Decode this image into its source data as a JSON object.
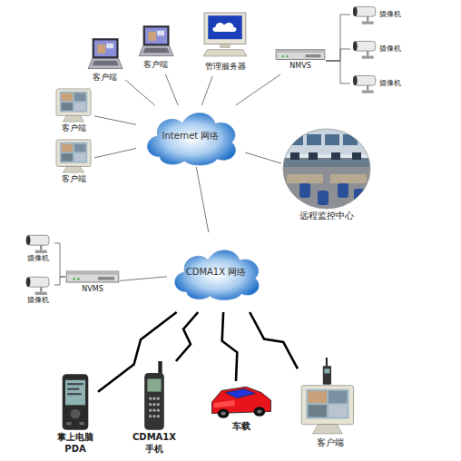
{
  "diagram": {
    "nodes": [
      {
        "text": [
          "客户端"
        ]
      },
      {
        "text": [
          "客户端"
        ]
      },
      {
        "text": [
          "管理服务器"
        ]
      },
      {
        "text": [
          "摄像机"
        ]
      },
      {
        "text": [
          "摄像机"
        ]
      },
      {
        "text": [
          "摄像机"
        ]
      },
      {
        "text": [
          "NMVS"
        ]
      },
      {
        "text": [
          "客户端"
        ]
      },
      {
        "text": [
          "客户端"
        ]
      },
      {
        "text": [
          "Internet 网络"
        ]
      },
      {
        "text": [
          "远程监控中心"
        ]
      },
      {
        "text": [
          "摄像机"
        ]
      },
      {
        "text": [
          "摄像机"
        ]
      },
      {
        "text": [
          "NVMS"
        ]
      },
      {
        "text": [
          "CDMA1X 网络"
        ]
      },
      {
        "text": [
          "掌上电脑 PDA"
        ]
      },
      {
        "text": [
          "CDMA1X 手机"
        ]
      },
      {
        "text": [
          "车载"
        ]
      },
      {
        "text": [
          "客户端"
        ]
      }
    ],
    "edges": [
      {
        "from": 0,
        "to": 9,
        "arrow": "none"
      },
      {
        "from": 1,
        "to": 9,
        "arrow": "none"
      },
      {
        "from": 2,
        "to": 9,
        "arrow": "none"
      },
      {
        "from": 3,
        "to": 6,
        "arrow": "none"
      },
      {
        "from": 4,
        "to": 6,
        "arrow": "none"
      },
      {
        "from": 5,
        "to": 6,
        "arrow": "none"
      },
      {
        "from": 6,
        "to": 9,
        "arrow": "none"
      },
      {
        "from": 7,
        "to": 9,
        "arrow": "none"
      },
      {
        "from": 8,
        "to": 9,
        "arrow": "none"
      },
      {
        "from": 10,
        "to": 9,
        "arrow": "none"
      },
      {
        "from": 9,
        "to": 14,
        "arrow": "none"
      },
      {
        "from": 11,
        "to": 13,
        "arrow": "none"
      },
      {
        "from": 12,
        "to": 13,
        "arrow": "none"
      },
      {
        "from": 13,
        "to": 14,
        "arrow": "none"
      },
      {
        "from": 14,
        "to": 15,
        "arrow": "none"
      },
      {
        "from": 14,
        "to": 16,
        "arrow": "none"
      },
      {
        "from": 14,
        "to": 17,
        "arrow": "none"
      },
      {
        "from": 14,
        "to": 18,
        "arrow": "none"
      }
    ]
  }
}
